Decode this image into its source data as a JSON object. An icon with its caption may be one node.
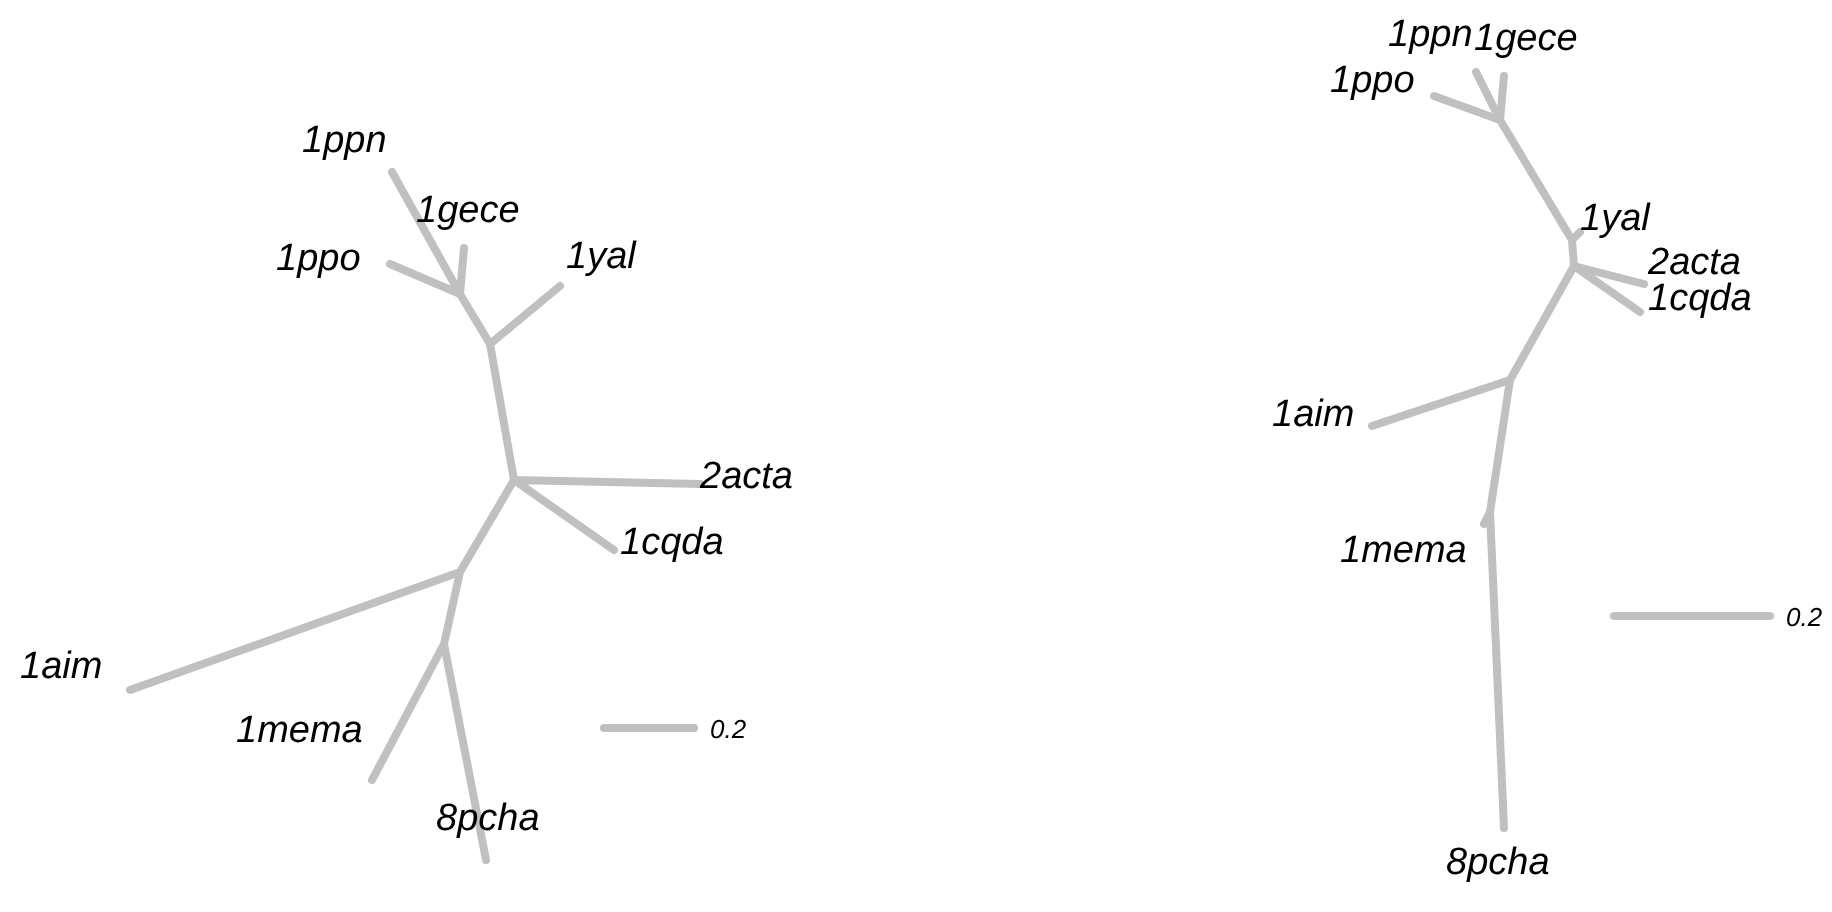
{
  "diagram": {
    "labels": [
      "1ppn",
      "1gece",
      "1ppo",
      "1yal",
      "2acta",
      "1cqda",
      "1aim",
      "0.2",
      "1mema",
      "8pcha",
      "1ppn",
      "1gece",
      "1ppo",
      "1yal",
      "2acta",
      "1cqda",
      "1aim",
      "1mema",
      "0.2",
      "8pcha"
    ]
  }
}
